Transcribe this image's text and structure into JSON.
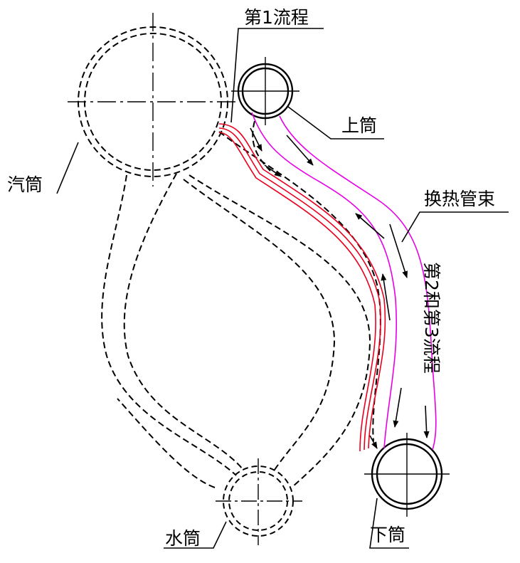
{
  "labels": {
    "pass1": "第1流程",
    "steam_drum": "汽筒",
    "upper_drum": "上筒",
    "tube_bundle": "换热管束",
    "pass23": "第2和第3流程",
    "water_drum": "水筒",
    "lower_drum": "下筒"
  },
  "colors": {
    "outline": "#000000",
    "pass1_flow": "#e8001c",
    "pass23_flow": "#e600e6"
  }
}
